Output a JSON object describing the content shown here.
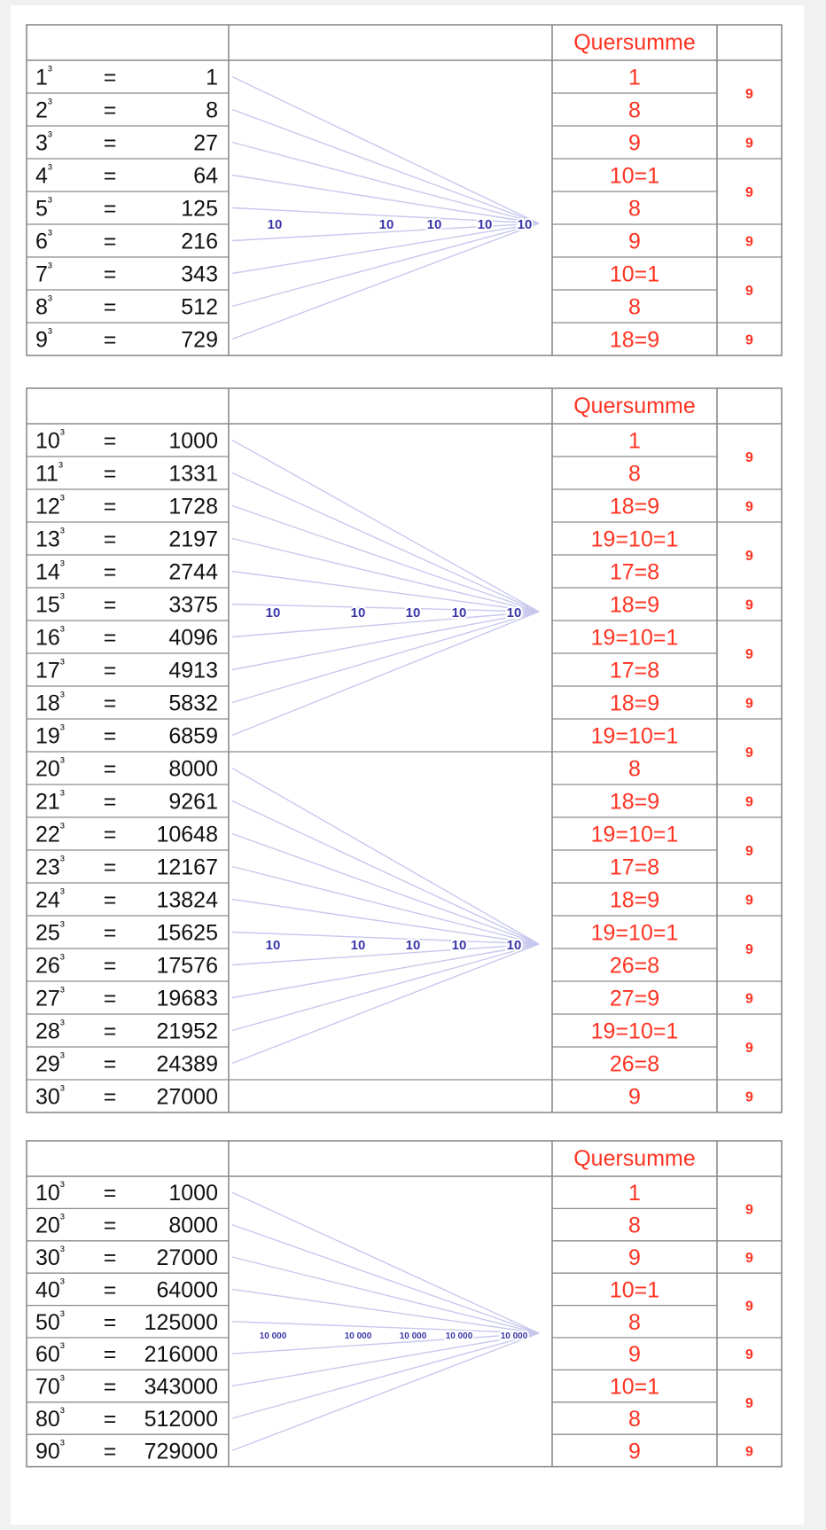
{
  "colors": {
    "grid": "#8a8a8a",
    "text": "#111111",
    "red": "#ff3322",
    "blue": "#3a36a8",
    "line": "#c8c8ee"
  },
  "tables": [
    {
      "header": "Quersumme",
      "rows": [
        {
          "base": "1",
          "value": "1",
          "qs": "1"
        },
        {
          "base": "2",
          "value": "8",
          "qs": "8"
        },
        {
          "base": "3",
          "value": "27",
          "qs": "9"
        },
        {
          "base": "4",
          "value": "64",
          "qs": "10=1"
        },
        {
          "base": "5",
          "value": "125",
          "qs": "8"
        },
        {
          "base": "6",
          "value": "216",
          "qs": "9"
        },
        {
          "base": "7",
          "value": "343",
          "qs": "10=1"
        },
        {
          "base": "8",
          "value": "512",
          "qs": "8"
        },
        {
          "base": "9",
          "value": "729",
          "qs": "18=9"
        }
      ],
      "nines": [
        {
          "from": 0,
          "to": 1,
          "label": "9"
        },
        {
          "from": 2,
          "to": 2,
          "label": "9"
        },
        {
          "from": 3,
          "to": 4,
          "label": "9"
        },
        {
          "from": 5,
          "to": 5,
          "label": "9"
        },
        {
          "from": 6,
          "to": 7,
          "label": "9"
        },
        {
          "from": 8,
          "to": 8,
          "label": "9"
        }
      ],
      "groups": [
        {
          "from": 0,
          "to": 8,
          "labels": [
            "10",
            "10",
            "10",
            "10",
            "10"
          ]
        }
      ]
    },
    {
      "header": "Quersumme",
      "rows": [
        {
          "base": "10",
          "value": "1000",
          "qs": "1"
        },
        {
          "base": "11",
          "value": "1331",
          "qs": "8"
        },
        {
          "base": "12",
          "value": "1728",
          "qs": "18=9"
        },
        {
          "base": "13",
          "value": "2197",
          "qs": "19=10=1"
        },
        {
          "base": "14",
          "value": "2744",
          "qs": "17=8"
        },
        {
          "base": "15",
          "value": "3375",
          "qs": "18=9"
        },
        {
          "base": "16",
          "value": "4096",
          "qs": "19=10=1"
        },
        {
          "base": "17",
          "value": "4913",
          "qs": "17=8"
        },
        {
          "base": "18",
          "value": "5832",
          "qs": "18=9"
        },
        {
          "base": "19",
          "value": "6859",
          "qs": "19=10=1"
        },
        {
          "base": "20",
          "value": "8000",
          "qs": "8"
        },
        {
          "base": "21",
          "value": "9261",
          "qs": "18=9"
        },
        {
          "base": "22",
          "value": "10648",
          "qs": "19=10=1"
        },
        {
          "base": "23",
          "value": "12167",
          "qs": "17=8"
        },
        {
          "base": "24",
          "value": "13824",
          "qs": "18=9"
        },
        {
          "base": "25",
          "value": "15625",
          "qs": "19=10=1"
        },
        {
          "base": "26",
          "value": "17576",
          "qs": "26=8"
        },
        {
          "base": "27",
          "value": "19683",
          "qs": "27=9"
        },
        {
          "base": "28",
          "value": "21952",
          "qs": "19=10=1"
        },
        {
          "base": "29",
          "value": "24389",
          "qs": "26=8"
        },
        {
          "base": "30",
          "value": "27000",
          "qs": "9"
        }
      ],
      "nines": [
        {
          "from": 0,
          "to": 1,
          "label": "9"
        },
        {
          "from": 2,
          "to": 2,
          "label": "9"
        },
        {
          "from": 3,
          "to": 4,
          "label": "9"
        },
        {
          "from": 5,
          "to": 5,
          "label": "9"
        },
        {
          "from": 6,
          "to": 7,
          "label": "9"
        },
        {
          "from": 8,
          "to": 8,
          "label": "9"
        },
        {
          "from": 9,
          "to": 10,
          "label": "9"
        },
        {
          "from": 11,
          "to": 11,
          "label": "9"
        },
        {
          "from": 12,
          "to": 13,
          "label": "9"
        },
        {
          "from": 14,
          "to": 14,
          "label": "9"
        },
        {
          "from": 15,
          "to": 16,
          "label": "9"
        },
        {
          "from": 17,
          "to": 17,
          "label": "9"
        },
        {
          "from": 18,
          "to": 19,
          "label": "9"
        },
        {
          "from": 20,
          "to": 20,
          "label": "9"
        }
      ],
      "groups": [
        {
          "from": 0,
          "to": 9,
          "labels": [
            "10",
            "10",
            "10",
            "10",
            "10"
          ]
        },
        {
          "from": 10,
          "to": 19,
          "labels": [
            "10",
            "10",
            "10",
            "10",
            "10"
          ]
        }
      ]
    },
    {
      "header": "Quersumme",
      "rows": [
        {
          "base": "10",
          "value": "1000",
          "qs": "1"
        },
        {
          "base": "20",
          "value": "8000",
          "qs": "8"
        },
        {
          "base": "30",
          "value": "27000",
          "qs": "9"
        },
        {
          "base": "40",
          "value": "64000",
          "qs": "10=1"
        },
        {
          "base": "50",
          "value": "125000",
          "qs": "8"
        },
        {
          "base": "60",
          "value": "216000",
          "qs": "9"
        },
        {
          "base": "70",
          "value": "343000",
          "qs": "10=1"
        },
        {
          "base": "80",
          "value": "512000",
          "qs": "8"
        },
        {
          "base": "90",
          "value": "729000",
          "qs": "9"
        }
      ],
      "nines": [
        {
          "from": 0,
          "to": 1,
          "label": "9"
        },
        {
          "from": 2,
          "to": 2,
          "label": "9"
        },
        {
          "from": 3,
          "to": 4,
          "label": "9"
        },
        {
          "from": 5,
          "to": 5,
          "label": "9"
        },
        {
          "from": 6,
          "to": 7,
          "label": "9"
        },
        {
          "from": 8,
          "to": 8,
          "label": "9"
        }
      ],
      "groups": [
        {
          "from": 0,
          "to": 8,
          "labels": [
            "10 000",
            "10 000",
            "10 000",
            "10 000",
            "10 000"
          ]
        }
      ]
    }
  ]
}
